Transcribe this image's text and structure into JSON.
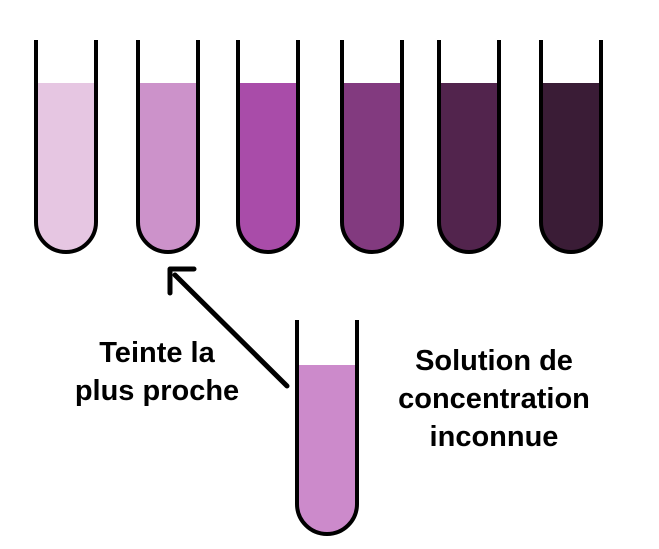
{
  "reference_tubes": [
    {
      "fill": "#e6c6e2"
    },
    {
      "fill": "#cc92ca"
    },
    {
      "fill": "#a94ca9"
    },
    {
      "fill": "#823a7f"
    },
    {
      "fill": "#52244d"
    },
    {
      "fill": "#3a1c36"
    }
  ],
  "unknown_tube": {
    "fill": "#cc8acb"
  },
  "colors": {
    "outline": "#000000",
    "background": "#ffffff",
    "arrow": "#000000"
  },
  "labels": {
    "closest_shade": [
      "Teinte la",
      "plus proche"
    ],
    "unknown_solution": [
      "Solution de",
      "concentration",
      "inconnue"
    ]
  }
}
